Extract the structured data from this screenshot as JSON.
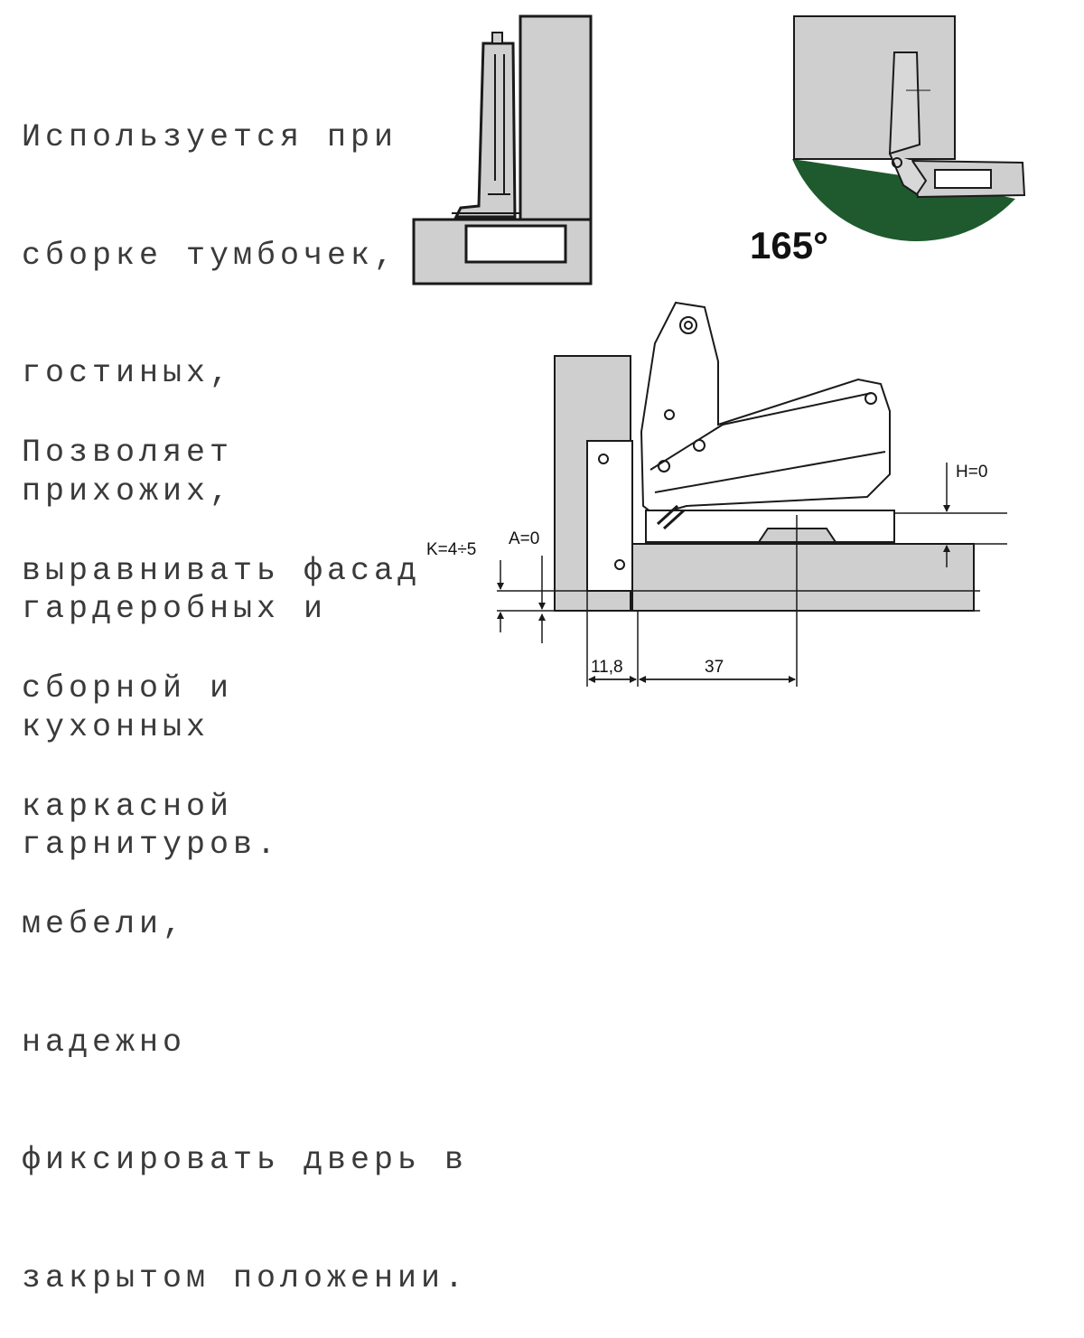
{
  "text_blocks": [
    {
      "lines": [
        "Используется при",
        "сборке тумбочек,",
        "гостиных,",
        "прихожих,",
        "гардеробных и",
        "кухонных",
        "гарнитуров."
      ]
    },
    {
      "lines": [
        "Позволяет",
        "выравнивать фасад",
        "сборной и",
        "каркасной",
        "мебели,",
        "надежно",
        "фиксировать дверь в",
        "закрытом положении."
      ]
    }
  ],
  "diagram": {
    "angle_label": "165°",
    "dim_k": "K=4÷5",
    "dim_a": "A=0",
    "dim_h": "H=0",
    "dim_11_8": "11,8",
    "dim_37": "37"
  },
  "colors": {
    "panel_fill": "#cfcfcf",
    "line": "#1a1a1a",
    "sector": "#1f5a2e",
    "text": "#3a3a3a"
  }
}
